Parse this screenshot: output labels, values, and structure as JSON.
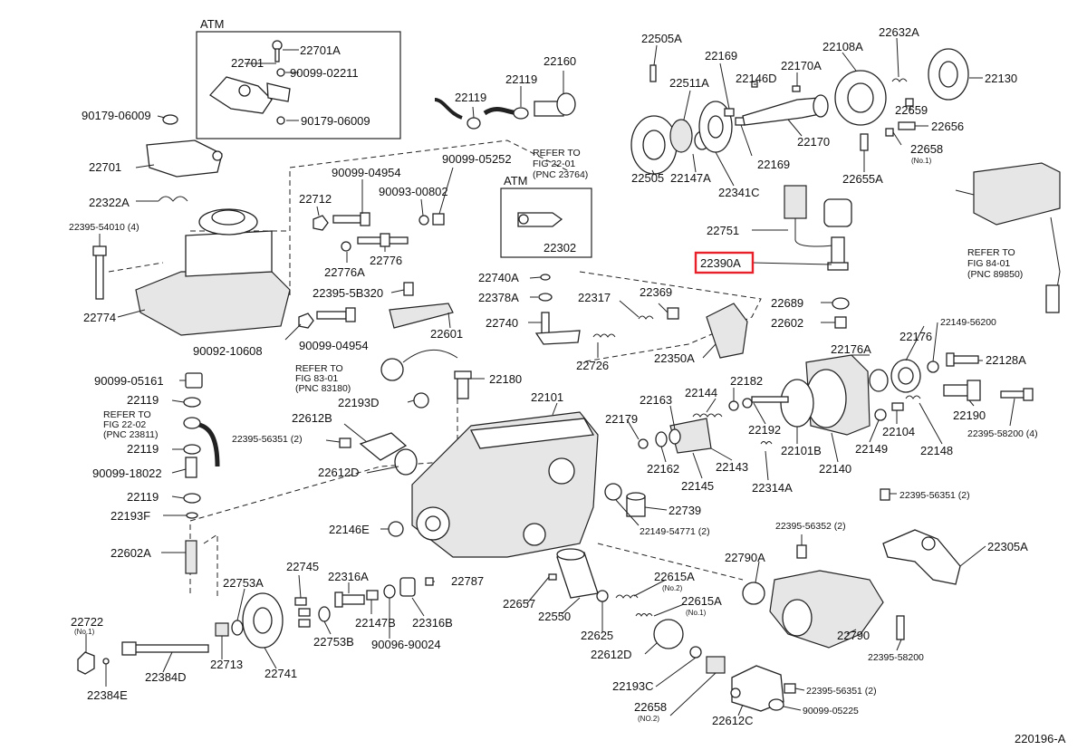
{
  "diagram_id": "220196-A",
  "highlight": {
    "part": "22390A",
    "color": "#e8202a"
  },
  "boxes": {
    "atm_title_1": "ATM",
    "atm_title_2": "ATM"
  },
  "refs": {
    "fig2201_l1": "REFER TO",
    "fig2201_l2": "FIG 22-01",
    "fig2201_l3": "(PNC 23764)",
    "fig8401_l1": "REFER TO",
    "fig8401_l2": "FIG 84-01",
    "fig8401_l3": "(PNC 89850)",
    "fig8301_l1": "REFER TO",
    "fig8301_l2": "FIG 83-01",
    "fig8301_l3": "(PNC 83180)",
    "fig2202_l1": "REFER TO",
    "fig2202_l2": "FIG 22-02",
    "fig2202_l3": "(PNC 23811)"
  },
  "labels": {
    "p22701A": "22701A",
    "p22701b": "22701",
    "p90099_02211": "90099-02211",
    "p90179_06009b": "90179-06009",
    "p90179_06009": "90179-06009",
    "p22701": "22701",
    "p22322A": "22322A",
    "p22395_54010": "22395-54010 (4)",
    "p22774": "22774",
    "p22712": "22712",
    "p90099_04954a": "90099-04954",
    "p90093_00802": "90093-00802",
    "p90099_05252": "90099-05252",
    "p22776": "22776",
    "p22776A": "22776A",
    "p22395_5B320": "22395-5B320",
    "p90092_10608": "90092-10608",
    "p90099_04954b": "90099-04954",
    "p22119a": "22119",
    "p22119b": "22119",
    "p22160": "22160",
    "p22302": "22302",
    "p22740A": "22740A",
    "p22378A": "22378A",
    "p22740": "22740",
    "p22601": "22601",
    "p22317": "22317",
    "p22369": "22369",
    "p22726": "22726",
    "p22180": "22180",
    "p22193D": "22193D",
    "p22101": "22101",
    "p22612B": "22612B",
    "p22395_56351a": "22395-56351 (2)",
    "p22612D": "22612D",
    "p90099_05161": "90099-05161",
    "p22119c": "22119",
    "p22119d": "22119",
    "p90099_18022": "90099-18022",
    "p22119e": "22119",
    "p22193F": "22193F",
    "p22146E": "22146E",
    "p22602A": "22602A",
    "p22505A": "22505A",
    "p22511A": "22511A",
    "p22169a": "22169",
    "p22146D": "22146D",
    "p22170A": "22170A",
    "p22108A": "22108A",
    "p22632A": "22632A",
    "p22130": "22130",
    "p22659": "22659",
    "p22656": "22656",
    "p22658": "22658",
    "p22658_no1": "(No.1)",
    "p22170": "22170",
    "p22169b": "22169",
    "p22505": "22505",
    "p22147A": "22147A",
    "p22341C": "22341C",
    "p22655A": "22655A",
    "p22751": "22751",
    "p22390A": "22390A",
    "p22689": "22689",
    "p22602": "22602",
    "p22149_56200": "22149-56200",
    "p22350A": "22350A",
    "p22176A": "22176A",
    "p22176": "22176",
    "p22128A": "22128A",
    "p22163": "22163",
    "p22144": "22144",
    "p22182": "22182",
    "p22179": "22179",
    "p22192": "22192",
    "p22101B": "22101B",
    "p22104": "22104",
    "p22190": "22190",
    "p22395_58200_4": "22395-58200 (4)",
    "p22162": "22162",
    "p22143": "22143",
    "p22145": "22145",
    "p22314A": "22314A",
    "p22140": "22140",
    "p22149": "22149",
    "p22148": "22148",
    "p22739": "22739",
    "p22149_54771": "22149-54771 (2)",
    "p22395_56351b": "22395-56351 (2)",
    "p22395_56352": "22395-56352 (2)",
    "p22305A": "22305A",
    "p22790A": "22790A",
    "p22790": "22790",
    "p22395_58200": "22395-58200",
    "p22753A": "22753A",
    "p22745": "22745",
    "p22316A": "22316A",
    "p22787": "22787",
    "p22657": "22657",
    "p22615A2": "22615A",
    "p22615A2_no": "(No.2)",
    "p22615A1": "22615A",
    "p22615A1_no": "(No.1)",
    "p22550": "22550",
    "p22625": "22625",
    "p22612D2": "22612D",
    "p22722": "22722",
    "p22722_no": "(No.1)",
    "p22713": "22713",
    "p22741": "22741",
    "p22147B": "22147B",
    "p22316B": "22316B",
    "p22753B": "22753B",
    "p90096_90024": "90096-90024",
    "p22384D": "22384D",
    "p22384E": "22384E",
    "p22193C": "22193C",
    "p22658b": "22658",
    "p22658b_no": "(NO.2)",
    "p22612C": "22612C",
    "p22395_56351c": "22395-56351 (2)",
    "p90099_05225": "90099-05225"
  }
}
